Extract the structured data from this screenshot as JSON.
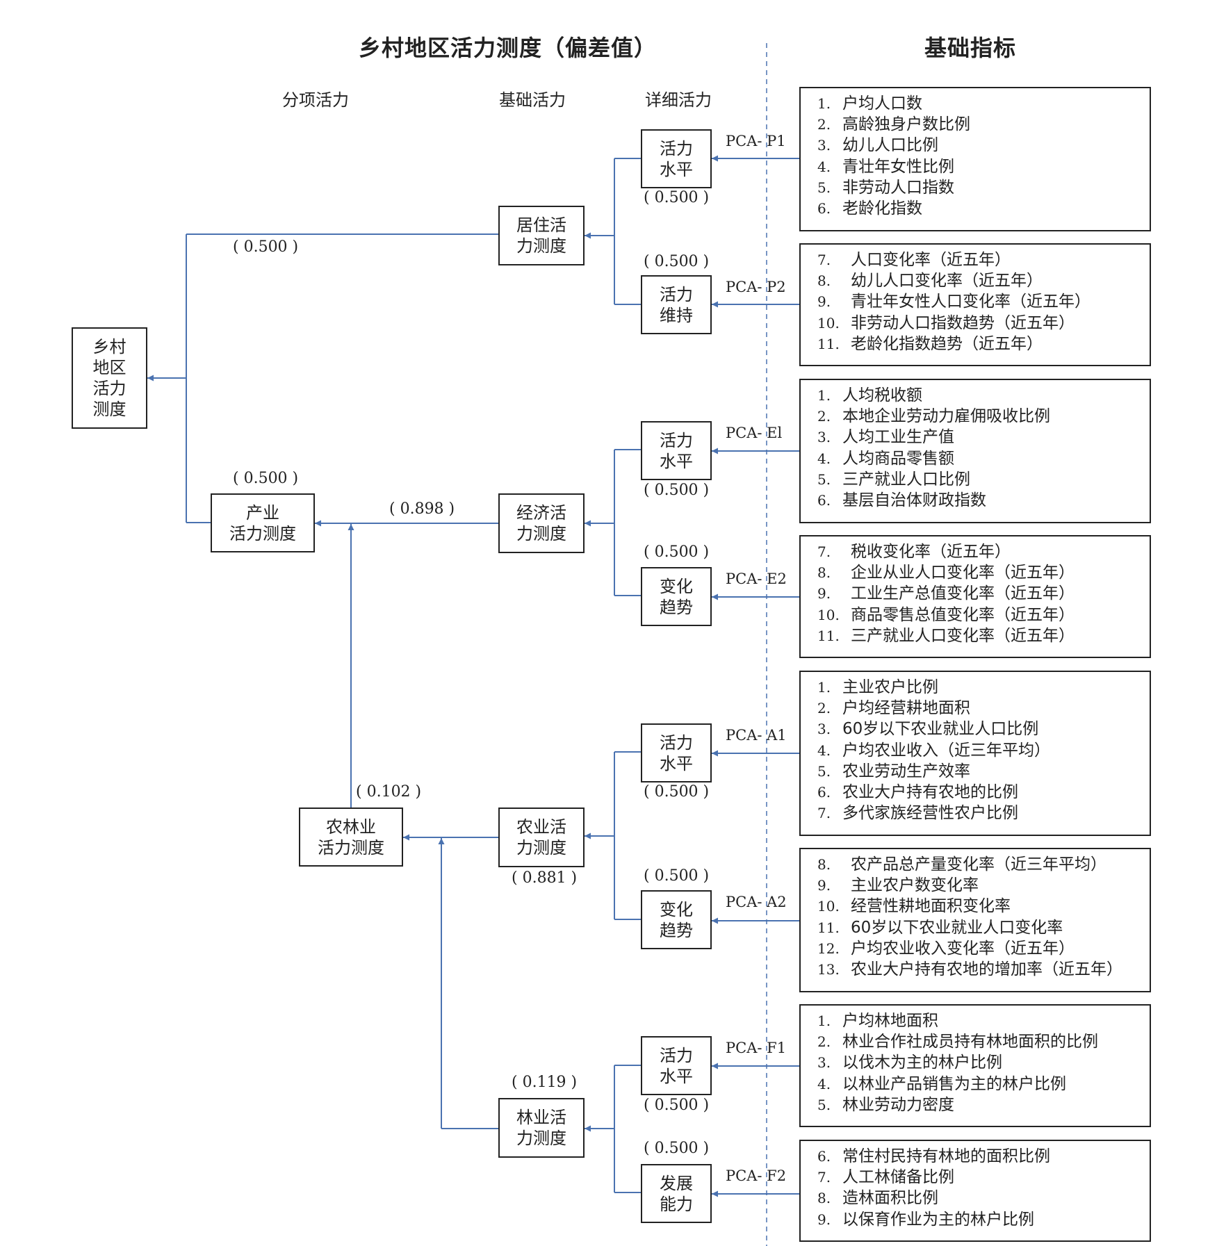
{
  "title_left": "乡村地区活力测度（偏差值）",
  "title_right": "基础指标",
  "column_headers": {
    "sub": "分项活力",
    "base": "基础活力",
    "detail": "详细活力"
  },
  "nodes": {
    "root": [
      "乡村",
      "地区",
      "活力",
      "测度"
    ],
    "residential": [
      "居住活",
      "力测度"
    ],
    "industry": [
      "产业",
      "活力测度"
    ],
    "economic": [
      "经济活",
      "力测度"
    ],
    "agroforest": [
      "农林业",
      "活力测度"
    ],
    "agriculture": [
      "农业活",
      "力测度"
    ],
    "forestry": [
      "林业活",
      "力测度"
    ],
    "p1": [
      "活力",
      "水平"
    ],
    "p2": [
      "活力",
      "维持"
    ],
    "e1": [
      "活力",
      "水平"
    ],
    "e2": [
      "变化",
      "趋势"
    ],
    "a1": [
      "活力",
      "水平"
    ],
    "a2": [
      "变化",
      "趋势"
    ],
    "f1": [
      "活力",
      "水平"
    ],
    "f2": [
      "发展",
      "能力"
    ]
  },
  "weights": {
    "residential": "( 0.500 )",
    "industry": "( 0.500 )",
    "economic": "( 0.898 )",
    "agroforest": "( 0.102 )",
    "agriculture": "( 0.881 )",
    "forestry": "( 0.119 )",
    "p1": "( 0.500 )",
    "p2": "( 0.500 )",
    "e1": "( 0.500 )",
    "e2": "( 0.500 )",
    "a1": "( 0.500 )",
    "a2": "( 0.500 )",
    "f1": "( 0.500 )",
    "f2": "( 0.500 )"
  },
  "pca": {
    "p1": "PCA- P1",
    "p2": "PCA- P2",
    "e1": "PCA- El",
    "e2": "PCA- E2",
    "a1": "PCA- A1",
    "a2": "PCA- A2",
    "f1": "PCA- F1",
    "f2": "PCA- F2"
  },
  "indicators": {
    "p1": [
      {
        "num": "1.",
        "text": "户均人口数"
      },
      {
        "num": "2.",
        "text": "高龄独身户数比例"
      },
      {
        "num": "3.",
        "text": "幼儿人口比例"
      },
      {
        "num": "4.",
        "text": "青壮年女性比例"
      },
      {
        "num": "5.",
        "text": "非劳动人口指数"
      },
      {
        "num": "6.",
        "text": "老龄化指数"
      }
    ],
    "p2": [
      {
        "num": "7.",
        "text": "人口变化率（近五年）"
      },
      {
        "num": "8.",
        "text": "幼儿人口变化率（近五年）"
      },
      {
        "num": "9.",
        "text": "青壮年女性人口变化率（近五年）"
      },
      {
        "num": "10.",
        "text": "非劳动人口指数趋势（近五年）"
      },
      {
        "num": "11.",
        "text": "老龄化指数趋势（近五年）"
      }
    ],
    "e1": [
      {
        "num": "1.",
        "text": "人均税收额"
      },
      {
        "num": "2.",
        "text": "本地企业劳动力雇佣吸收比例"
      },
      {
        "num": "3.",
        "text": "人均工业生产值"
      },
      {
        "num": "4.",
        "text": "人均商品零售额"
      },
      {
        "num": "5.",
        "text": "三产就业人口比例"
      },
      {
        "num": "6.",
        "text": "基层自治体财政指数"
      }
    ],
    "e2": [
      {
        "num": "7.",
        "text": "税收变化率（近五年）"
      },
      {
        "num": "8.",
        "text": "企业从业人口变化率（近五年）"
      },
      {
        "num": "9.",
        "text": "工业生产总值变化率（近五年）"
      },
      {
        "num": "10.",
        "text": "商品零售总值变化率（近五年）"
      },
      {
        "num": "11.",
        "text": "三产就业人口变化率（近五年）"
      }
    ],
    "a1": [
      {
        "num": "1.",
        "text": "主业农户比例"
      },
      {
        "num": "2.",
        "text": "户均经营耕地面积"
      },
      {
        "num": "3.",
        "text": "60岁以下农业就业人口比例"
      },
      {
        "num": "4.",
        "text": "户均农业收入（近三年平均）"
      },
      {
        "num": "5.",
        "text": "农业劳动生产效率"
      },
      {
        "num": "6.",
        "text": "农业大户持有农地的比例"
      },
      {
        "num": "7.",
        "text": "多代家族经营性农户比例"
      }
    ],
    "a2": [
      {
        "num": "8.",
        "text": "农产品总产量变化率（近三年平均）"
      },
      {
        "num": "9.",
        "text": "主业农户数变化率"
      },
      {
        "num": "10.",
        "text": "经营性耕地面积变化率"
      },
      {
        "num": "11.",
        "text": "60岁以下农业就业人口变化率"
      },
      {
        "num": "12.",
        "text": "户均农业收入变化率（近五年）"
      },
      {
        "num": "13.",
        "text": "农业大户持有农地的增加率（近五年）"
      }
    ],
    "f1": [
      {
        "num": "1.",
        "text": "户均林地面积"
      },
      {
        "num": "2.",
        "text": "林业合作社成员持有林地面积的比例"
      },
      {
        "num": "3.",
        "text": "以伐木为主的林户比例"
      },
      {
        "num": "4.",
        "text": "以林业产品销售为主的林户比例"
      },
      {
        "num": "5.",
        "text": "林业劳动力密度"
      }
    ],
    "f2": [
      {
        "num": "6.",
        "text": "常住村民持有林地的面积比例"
      },
      {
        "num": "7.",
        "text": "人工林储备比例"
      },
      {
        "num": "8.",
        "text": "造林面积比例"
      },
      {
        "num": "9.",
        "text": "以保育作业为主的林户比例"
      }
    ]
  },
  "colors": {
    "connector": "#4a72b0",
    "border": "#222222"
  }
}
